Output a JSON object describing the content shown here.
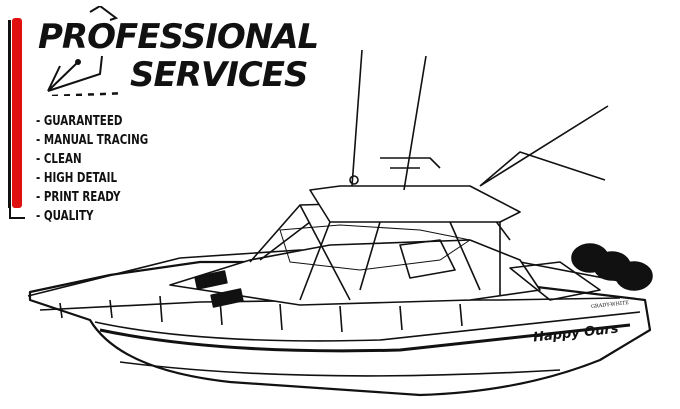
{
  "heading": {
    "line1": "PROFESSIONAL",
    "line2": "SERVICES"
  },
  "features": [
    "- GUARANTEED",
    "- MANUAL TRACING",
    "- CLEAN",
    "- HIGH DETAIL",
    "- PRINT READY",
    "- QUALITY"
  ],
  "boat": {
    "name": "Happy Ours",
    "brand": "GRADY-WHITE"
  },
  "colors": {
    "accent": "#e01010",
    "ink": "#111111"
  },
  "icons": [
    "pen-tool-icon"
  ]
}
